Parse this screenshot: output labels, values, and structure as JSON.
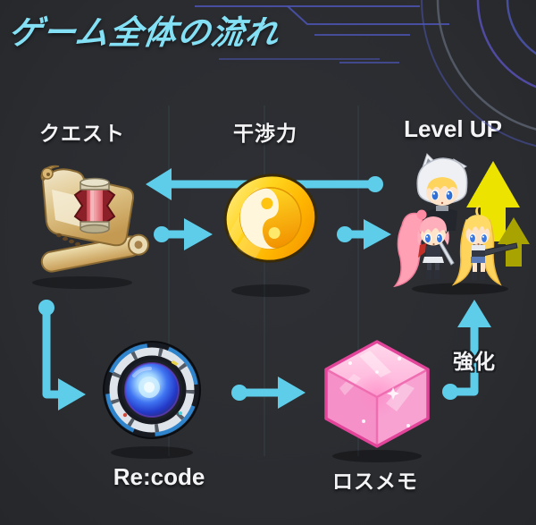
{
  "title": "ゲーム全体の流れ",
  "nodes": {
    "quest": "クエスト",
    "interference": "干渉力",
    "levelup": "Level UP",
    "recode": "Re:code",
    "losmemo": "ロスメモ"
  },
  "edges": {
    "enhance_label": "強化"
  },
  "icons": {
    "quest": "quest-scroll-map-icon",
    "interference": "yinyang-gold-coin-icon",
    "levelup": "chibi-characters-with-up-arrows",
    "recode": "blue-lens-device-icon",
    "losmemo": "pink-crystal-cube-icon"
  },
  "colors": {
    "background": "#2b2d31",
    "title": "#84e0f4",
    "label": "#f4f4f6",
    "arrow": "#5ecde9",
    "levelup_arrow": "#ece400",
    "levelup_arrow_secondary": "#a9a302",
    "circuit": "#4c55b4",
    "grid": "#3c4f55",
    "coin_gold": "#ffc400",
    "cube_pink": "#f79ed2",
    "lens_blue": "#2a55e8",
    "scroll_tan": "#d9b878"
  }
}
